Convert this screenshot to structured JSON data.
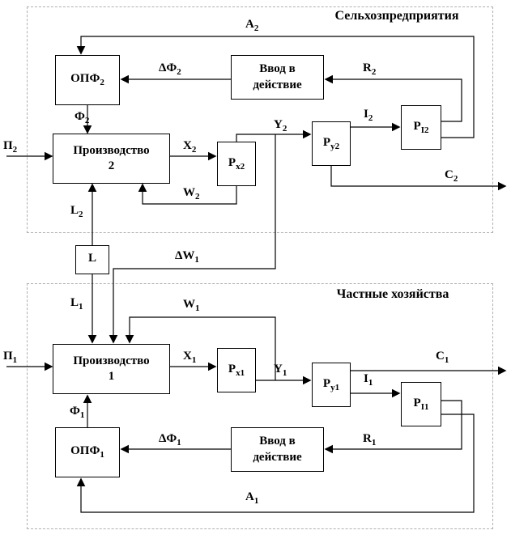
{
  "canvas": {
    "width": "631",
    "height": "671"
  },
  "sections": {
    "agricultural": {
      "title": "Сельхозпредприятия"
    },
    "private": {
      "title": "Частные хозяйства"
    }
  },
  "boxes": {
    "opf2": {
      "base": "ОПФ",
      "sub": "2"
    },
    "vvod2": {
      "line1": "Ввод в",
      "line2": "действие"
    },
    "prod2": {
      "line1": "Производство",
      "line2": "2"
    },
    "px2": {
      "base": "P",
      "sub": "х2"
    },
    "py2": {
      "base": "P",
      "sub": "у2"
    },
    "pi2": {
      "base": "P",
      "sub": "I2"
    },
    "labor": {
      "base": "L",
      "sub": ""
    },
    "prod1": {
      "line1": "Производство",
      "line2": "1"
    },
    "px1": {
      "base": "P",
      "sub": "х1"
    },
    "py1": {
      "base": "P",
      "sub": "у1"
    },
    "pi1": {
      "base": "P",
      "sub": "I1"
    },
    "opf1": {
      "base": "ОПФ",
      "sub": "1"
    },
    "vvod1": {
      "line1": "Ввод в",
      "line2": "действие"
    }
  },
  "labels": {
    "a2": {
      "base": "A",
      "sub": "2"
    },
    "dphi2": {
      "base": "ΔФ",
      "sub": "2"
    },
    "r2": {
      "base": "R",
      "sub": "2"
    },
    "phi2": {
      "base": "Ф",
      "sub": "2"
    },
    "i2": {
      "base": "I",
      "sub": "2"
    },
    "y2": {
      "base": "Y",
      "sub": "2"
    },
    "x2": {
      "base": "X",
      "sub": "2"
    },
    "p2": {
      "base": "П",
      "sub": "2"
    },
    "c2": {
      "base": "C",
      "sub": "2"
    },
    "w2": {
      "base": "W",
      "sub": "2"
    },
    "l2": {
      "base": "L",
      "sub": "2"
    },
    "dw1": {
      "base": "ΔW",
      "sub": "1"
    },
    "l1": {
      "base": "L",
      "sub": "1"
    },
    "w1": {
      "base": "W",
      "sub": "1"
    },
    "p1": {
      "base": "П",
      "sub": "1"
    },
    "x1": {
      "base": "X",
      "sub": "1"
    },
    "y1": {
      "base": "Y",
      "sub": "1"
    },
    "c1": {
      "base": "C",
      "sub": "1"
    },
    "i1": {
      "base": "I",
      "sub": "1"
    },
    "phi1": {
      "base": "Ф",
      "sub": "1"
    },
    "dphi1": {
      "base": "ΔФ",
      "sub": "1"
    },
    "r1": {
      "base": "R",
      "sub": "1"
    },
    "a1": {
      "base": "A",
      "sub": "1"
    }
  }
}
